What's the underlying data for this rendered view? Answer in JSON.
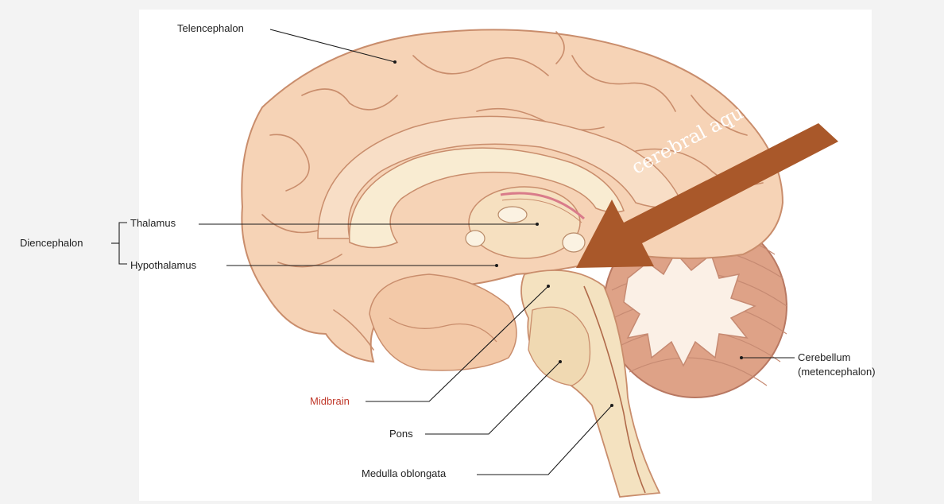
{
  "labels": {
    "telencephalon": "Telencephalon",
    "diencephalon": "Diencephalon",
    "thalamus": "Thalamus",
    "hypothalamus": "Hypothalamus",
    "midbrain": "Midbrain",
    "pons": "Pons",
    "medulla": "Medulla oblongata",
    "cerebellum": "Cerebellum",
    "cerebellum_sub": "(metencephalon)"
  },
  "callout": {
    "text": "cerebral aqueduct",
    "color": "#a9582a"
  },
  "colors": {
    "cortex": "#f6d3b6",
    "cortex_line": "#c98d6c",
    "corpus": "#f9ecd2",
    "brainstem": "#f4e2c0",
    "cerebellum": "#dea287",
    "arbor": "#fbf0e6",
    "midbrain_label": "#c0392b"
  }
}
